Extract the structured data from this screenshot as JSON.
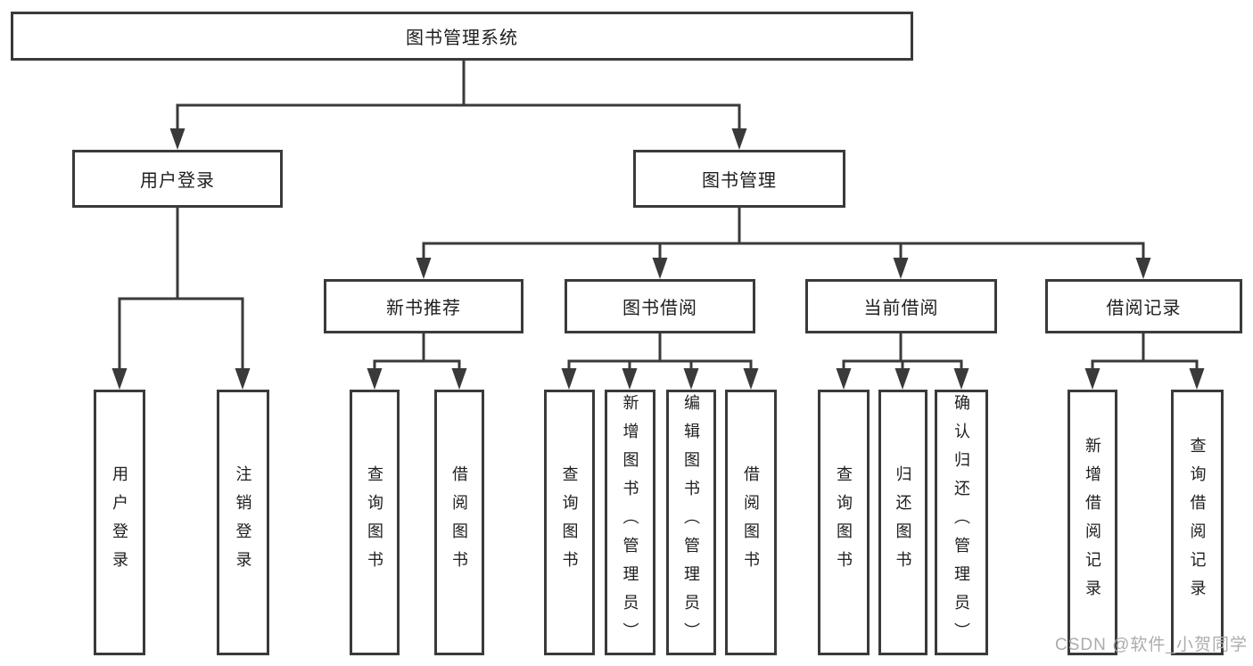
{
  "diagram": {
    "type": "hierarchy-tree",
    "root": {
      "label": "图书管理系统",
      "children": [
        {
          "label": "用户登录",
          "children": [
            {
              "label": "用户登录"
            },
            {
              "label": "注销登录"
            }
          ]
        },
        {
          "label": "图书管理",
          "children": [
            {
              "label": "新书推荐",
              "children": [
                {
                  "label": "查询图书"
                },
                {
                  "label": "借阅图书"
                }
              ]
            },
            {
              "label": "图书借阅",
              "children": [
                {
                  "label": "查询图书"
                },
                {
                  "label": "新增图书（管理员）"
                },
                {
                  "label": "编辑图书（管理员）"
                },
                {
                  "label": "借阅图书"
                }
              ]
            },
            {
              "label": "当前借阅",
              "children": [
                {
                  "label": "查询图书"
                },
                {
                  "label": "归还图书"
                },
                {
                  "label": "确认归还（管理员）"
                }
              ]
            },
            {
              "label": "借阅记录",
              "children": [
                {
                  "label": "新增借阅记录"
                },
                {
                  "label": "查询借阅记录"
                }
              ]
            }
          ]
        }
      ]
    }
  },
  "watermark": {
    "text": "CSDN @软件_小贺同学",
    "color": "#acacac"
  },
  "colors": {
    "background": "#ffffff",
    "line": "#3a3a3a",
    "box_border": "#3a3a3a",
    "box_fill": "#ffffff",
    "text": "#1e1e1e"
  }
}
